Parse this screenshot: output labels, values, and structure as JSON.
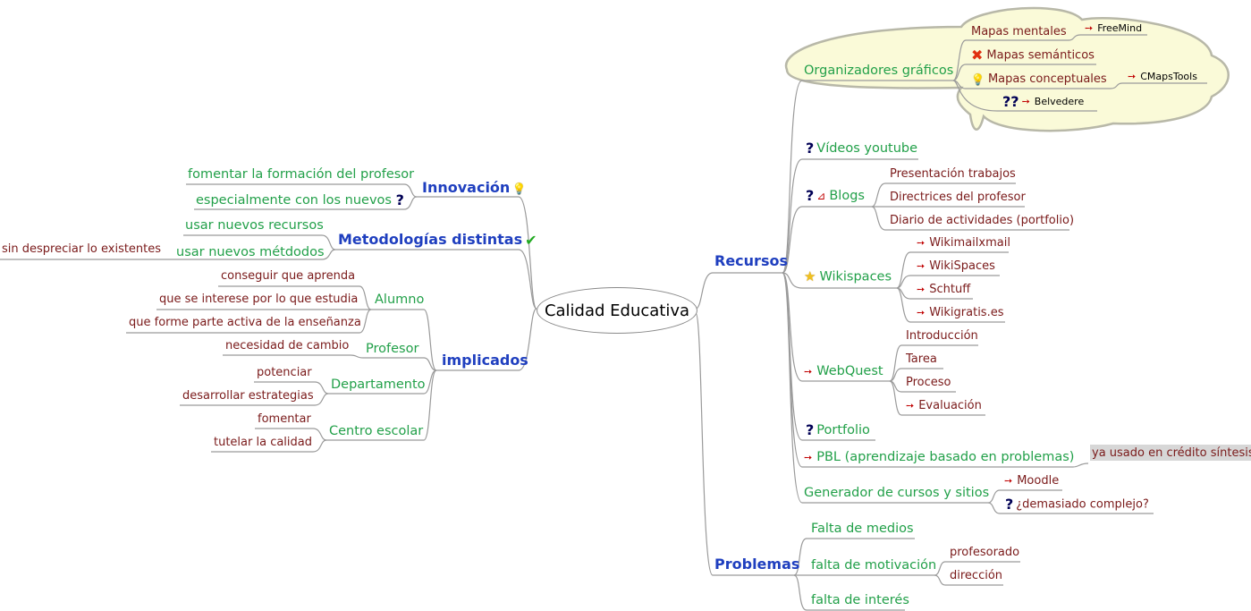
{
  "root": "Calidad Educativa",
  "left": {
    "innovacion": {
      "label": "Innovación",
      "children": [
        "fomentar la formación del profesor",
        "especialmente con los nuevos"
      ]
    },
    "metodologias": {
      "label": "Metodologías distintas",
      "children": [
        "usar nuevos recursos",
        "usar nuevos métdodos"
      ],
      "grandchild": "sin despreciar lo existentes"
    },
    "implicados": {
      "label": "implicados",
      "alumno": {
        "label": "Alumno",
        "children": [
          "conseguir que aprenda",
          "que se interese por lo que estudia",
          "que forme parte activa de la enseñanza"
        ]
      },
      "profesor": {
        "label": "Profesor",
        "children": [
          "necesidad de cambio"
        ]
      },
      "departamento": {
        "label": "Departamento",
        "children": [
          "potenciar",
          "desarrollar estrategias"
        ]
      },
      "centro": {
        "label": "Centro escolar",
        "children": [
          "fomentar",
          "tutelar la calidad"
        ]
      }
    }
  },
  "right": {
    "recursos": {
      "label": "Recursos",
      "organizadores": {
        "label": "Organizadores gráficos",
        "mapas_mentales": "Mapas mentales",
        "freemind": "FreeMind",
        "mapas_semanticos": "Mapas semánticos",
        "mapas_conceptuales": "Mapas conceptuales",
        "cmapstools": "CMapsTools",
        "belvedere": "Belvedere"
      },
      "videos": "Vídeos youtube",
      "blogs": {
        "label": "Blogs",
        "children": [
          "Presentación trabajos",
          "Directrices del profesor",
          "Diario de actividades (portfolio)"
        ]
      },
      "wikispaces": {
        "label": "Wikispaces",
        "children": [
          "Wikimailxmail",
          "WikiSpaces",
          "Schtuff",
          "Wikigratis.es"
        ]
      },
      "webquest": {
        "label": "WebQuest",
        "children": [
          "Introducción",
          "Tarea",
          "Proceso",
          "Evaluación"
        ]
      },
      "portfolio": "Portfolio",
      "pbl": {
        "label": "PBL (aprendizaje basado en problemas)",
        "note": "ya usado en crédito síntesis"
      },
      "generador": {
        "label": "Generador de cursos y sitios",
        "children": [
          "Moodle",
          "¿demasiado complejo?"
        ]
      }
    },
    "problemas": {
      "label": "Problemas",
      "medios": "Falta de medios",
      "motivacion": {
        "label": "falta de motivación",
        "children": [
          "profesorado",
          "dirección"
        ]
      },
      "interes": "falta de interés"
    }
  },
  "colors": {
    "branch": "#1f3fbf",
    "topic": "#22a049",
    "leaf": "#7a1a1a",
    "cloud": "#fafad8",
    "line": "#9a9a9a"
  },
  "icons": [
    "idea-icon",
    "question-icon",
    "check-icon",
    "cross-icon",
    "star-icon",
    "arrow-icon",
    "flag-icon"
  ]
}
